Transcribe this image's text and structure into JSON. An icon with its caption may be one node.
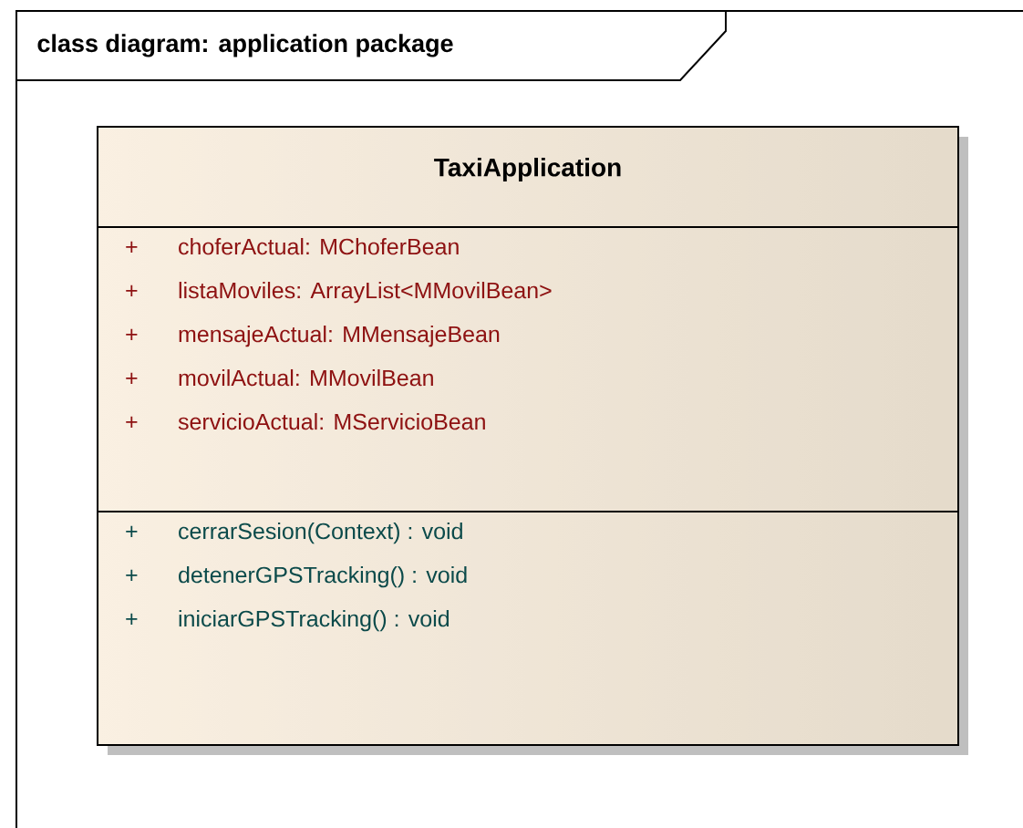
{
  "diagram": {
    "nodes": [
      {
        "text": [
          "class diagram: application package"
        ]
      },
      {
        "text": [
          "TaxiApplication"
        ],
        "in": 0
      },
      {
        "text": [
          "+",
          "choferActual: MChoferBean",
          "+",
          "listaMoviles: ArrayList<MMovilBean>",
          "+",
          "mensajeActual: MMensajeBean",
          "+",
          "movilActual: MMovilBean",
          "+",
          "servicioActual: MServicioBean"
        ],
        "in": 1
      },
      {
        "text": [
          "+",
          "cerrarSesion(Context) : void",
          "+",
          "detenerGPSTracking() : void",
          "+",
          "iniciarGPSTracking() : void"
        ],
        "in": 1
      }
    ]
  }
}
